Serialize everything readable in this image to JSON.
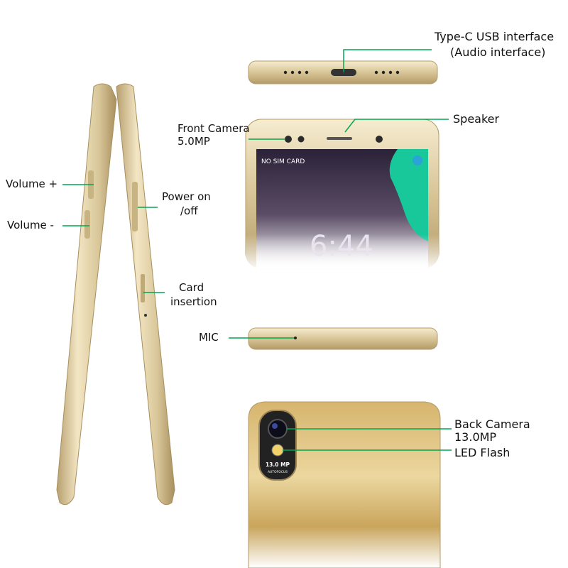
{
  "labels": {
    "type_c": "Type-C USB interface",
    "audio": "(Audio interface)",
    "speaker": "Speaker",
    "front_camera": "Front Camera",
    "front_camera_mp": "5.0MP",
    "volume_up": "Volume +",
    "volume_down": "Volume -",
    "power_1": "Power on",
    "power_2": "/off",
    "card_1": "Card",
    "card_2": "insertion",
    "mic": "MIC",
    "back_camera": "Back Camera",
    "back_camera_mp": "13.0MP",
    "led_flash": "LED Flash"
  },
  "screen": {
    "carrier": "NO SIM CARD",
    "time": "6:44"
  },
  "camera_badge": {
    "mp": "13.0 MP",
    "af": "AUTOFOCUS"
  },
  "colors": {
    "accent_line": "#00a651",
    "phone_gold": "#d9c79a"
  }
}
